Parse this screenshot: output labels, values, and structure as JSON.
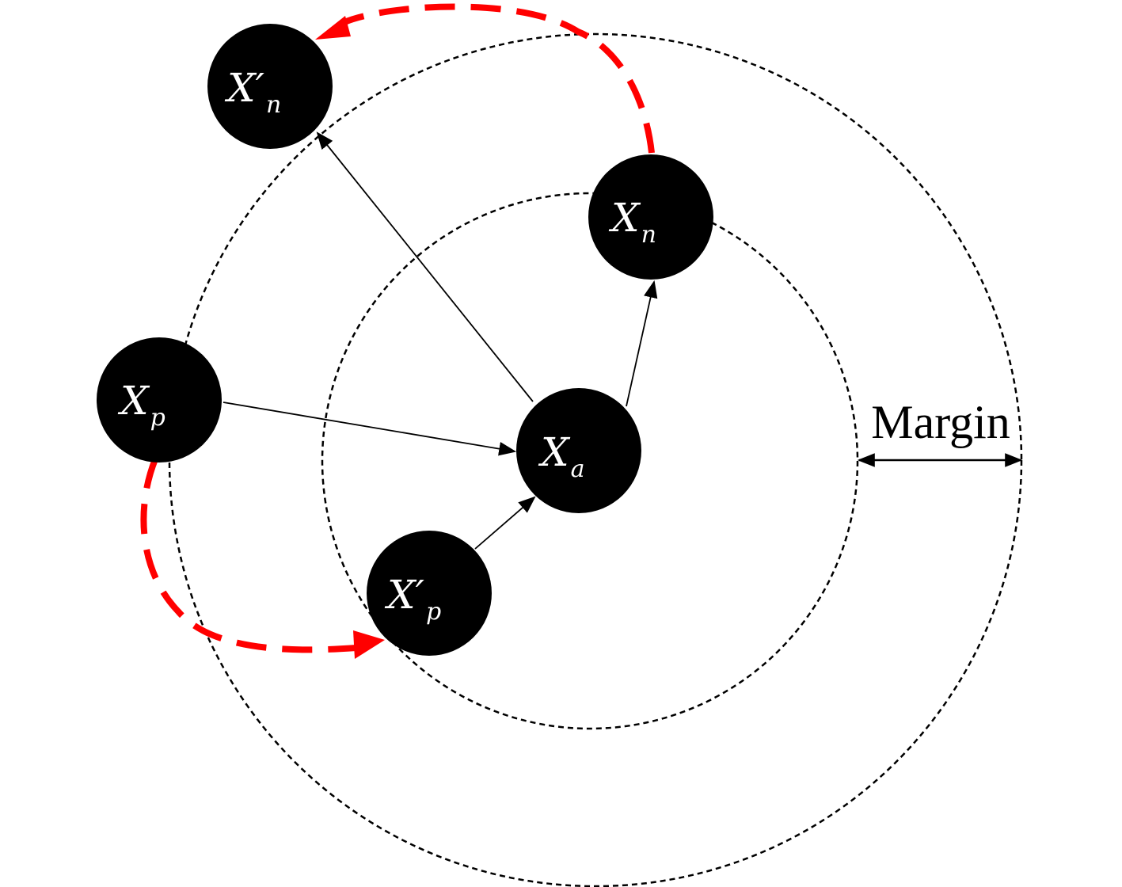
{
  "nodes": {
    "xa": {
      "base": "X",
      "prime": "",
      "sub": "a"
    },
    "xn": {
      "base": "X",
      "prime": "",
      "sub": "n"
    },
    "xn_prime": {
      "base": "X",
      "prime": "′",
      "sub": "n"
    },
    "xp": {
      "base": "X",
      "prime": "",
      "sub": "p"
    },
    "xp_prime": {
      "base": "X",
      "prime": "′",
      "sub": "p"
    }
  },
  "margin_label": "Margin",
  "colors": {
    "node_fill": "#000000",
    "node_text": "#ffffff",
    "highlight_arrow": "#ff0000",
    "circle_stroke": "#000000"
  }
}
